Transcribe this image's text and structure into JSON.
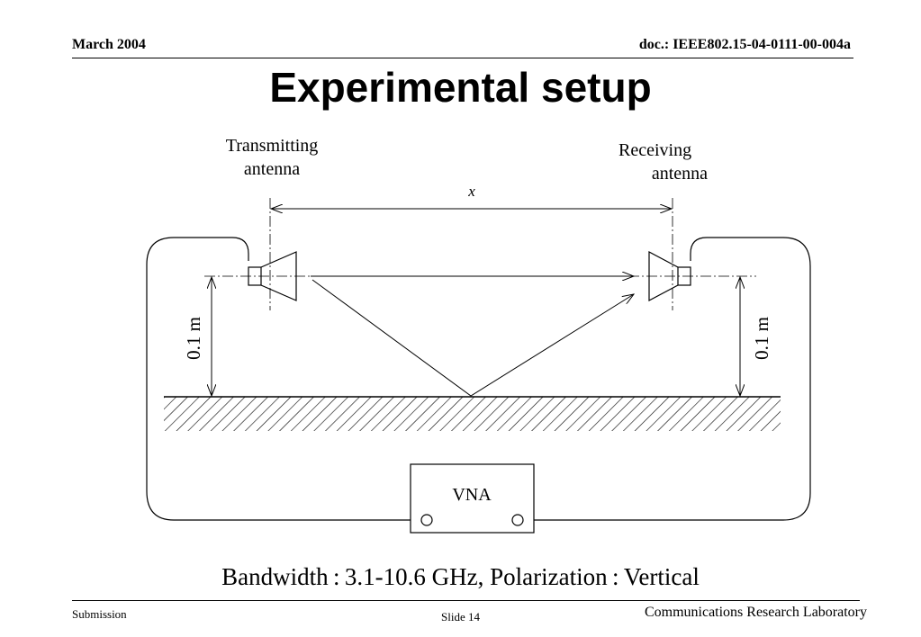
{
  "header": {
    "date": "March 2004",
    "doc_id": "doc.: IEEE802.15-04-0111-00-004a"
  },
  "title": "Experimental setup",
  "diagram": {
    "tx_label_line1": "Transmitting",
    "tx_label_line2": "antenna",
    "rx_label_line1": "Receiving",
    "rx_label_line2": "antenna",
    "distance_label": "x",
    "left_height_label": "0.1 m",
    "right_height_label": "0.1 m",
    "instrument_label": "VNA"
  },
  "caption": "Bandwidth : 3.1-10.6 GHz, Polarization : Vertical",
  "footer": {
    "left": "Submission",
    "center": "Slide 14",
    "right": "Communications Research Laboratory"
  }
}
